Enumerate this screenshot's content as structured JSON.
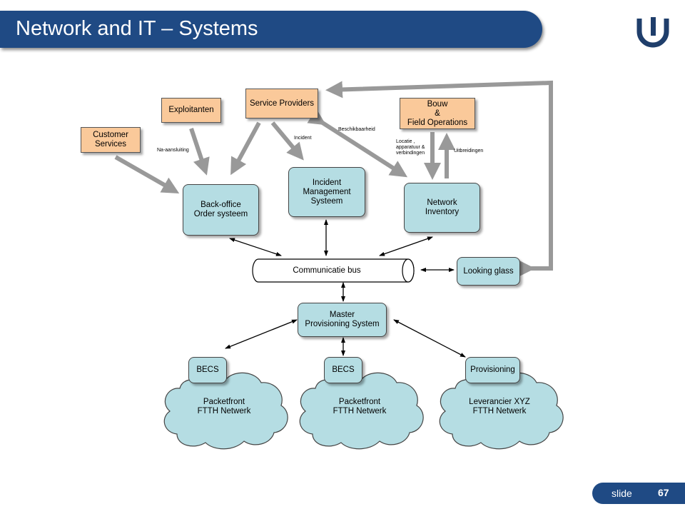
{
  "title": "Network and IT – Systems",
  "logo_icon": "university-logo-icon",
  "colors": {
    "header": "#1f4a84",
    "external_box": "#fac99a",
    "system_box": "#b5dde3",
    "arrow": "#999999"
  },
  "nodes": {
    "customer_services": "Customer\nServices",
    "exploitanten": "Exploitanten",
    "service_providers": "Service Providers",
    "bouw": "Bouw\n&\nField Operations",
    "backoffice": "Back-office\nOrder systeem",
    "incident": "Incident\nManagement\nSysteem",
    "network_inventory": "Network\nInventory",
    "communicatie_bus": "Communicatie bus",
    "looking_glass": "Looking glass",
    "master": "Master\nProvisioning System",
    "becs1": "BECS",
    "becs2": "BECS",
    "provisioning": "Provisioning",
    "cloud1": "Packetfront\nFTTH Netwerk",
    "cloud2": "Packetfront\nFTTH Netwerk",
    "cloud3": "Leverancier XYZ\nFTTH Netwerk"
  },
  "edge_labels": {
    "na_aansluiting": "Na-aansluiting",
    "incident": "Incident",
    "beschikbaarheid": "Beschikbaarheid",
    "locatie": "Locatie ,\napparatuur &\nverbindingen",
    "uitbreidingen": "Uitbreidingen"
  },
  "footer": {
    "label": "slide",
    "number": "67"
  }
}
